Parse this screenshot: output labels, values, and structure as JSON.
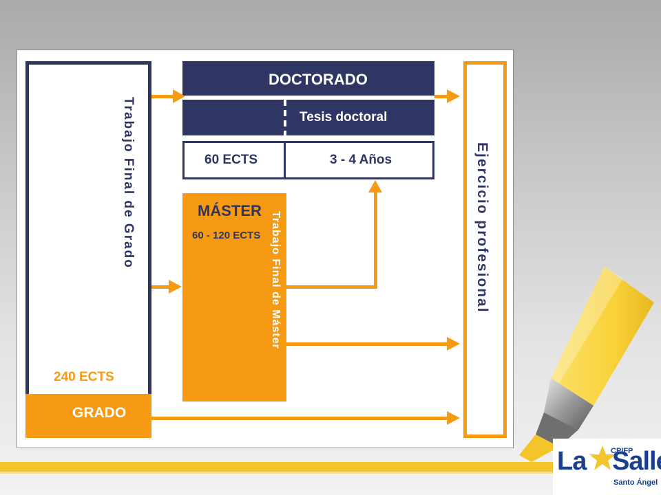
{
  "diagram": {
    "grado": {
      "title": "GRADO",
      "ects": "240 ECTS",
      "vertical_label": "Trabajo Final de Grado"
    },
    "doctorado": {
      "title": "DOCTORADO",
      "tesis": "Tesis doctoral",
      "ects": "60 ECTS",
      "duration": "3 - 4 Años"
    },
    "master": {
      "title": "MÁSTER",
      "ects": "60 - 120 ECTS",
      "vertical_label": "Trabajo Final de Máster"
    },
    "ejercicio": {
      "label": "Ejercicio profesional"
    }
  },
  "logo": {
    "top_text": "CPIFP",
    "main_left": "La",
    "main_right": "Salle",
    "subtitle": "Santo Ángel"
  },
  "colors": {
    "navy": "#2f3663",
    "orange": "#f59a12",
    "highlighter_yellow": "#f9d23a",
    "stripe_yellow": "#f5c62c",
    "logo_blue": "#1a3f8f"
  },
  "decoration": {
    "highlighter": "highlighter-marker-icon",
    "star": "star-icon"
  }
}
